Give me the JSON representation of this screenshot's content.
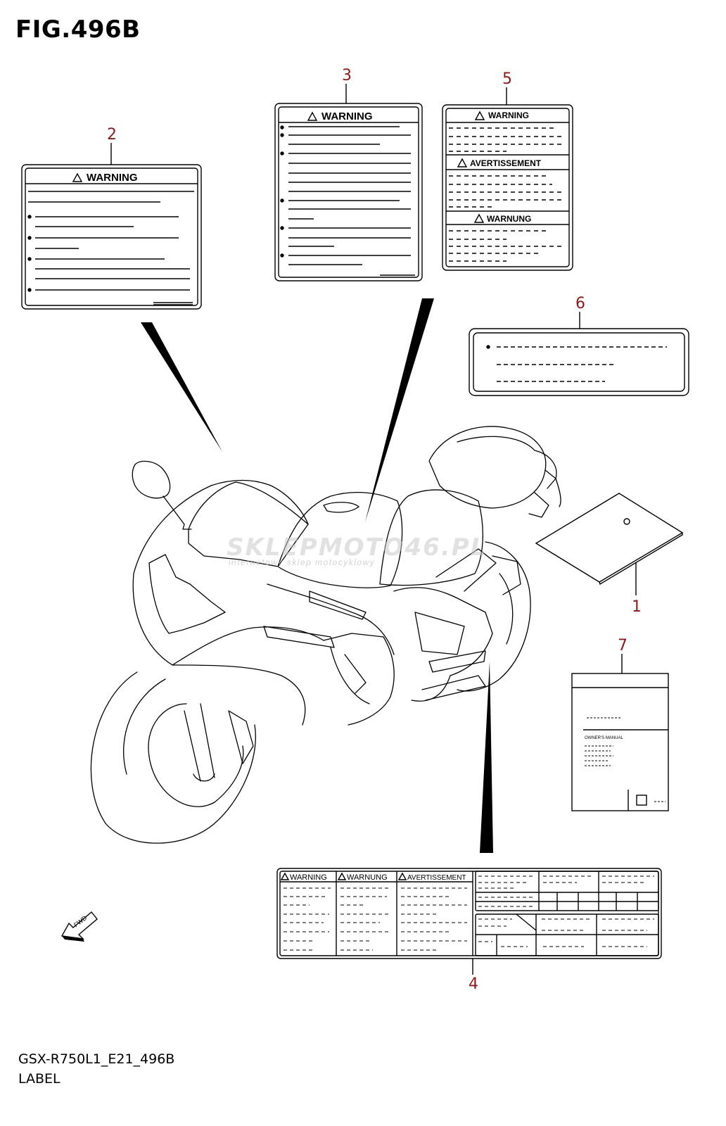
{
  "figure": {
    "title": "FIG.496B",
    "model_code": "GSX-R750L1_E21_496B",
    "section_label": "LABEL"
  },
  "callouts": [
    "1",
    "2",
    "3",
    "4",
    "5",
    "6",
    "7"
  ],
  "labels": {
    "warning": "WARNING",
    "avertissement": "AVERTISSEMENT",
    "warnung": "WARNUNG",
    "owners_manual": "OWNER'S MANUAL",
    "fwd": "FWD"
  },
  "watermark": {
    "brand": "SKLEPMOTO46.PL",
    "tagline": "internetowy sklep motocyklowy"
  },
  "colors": {
    "callout_number": "#8b1a1a",
    "line_art": "#000000"
  }
}
